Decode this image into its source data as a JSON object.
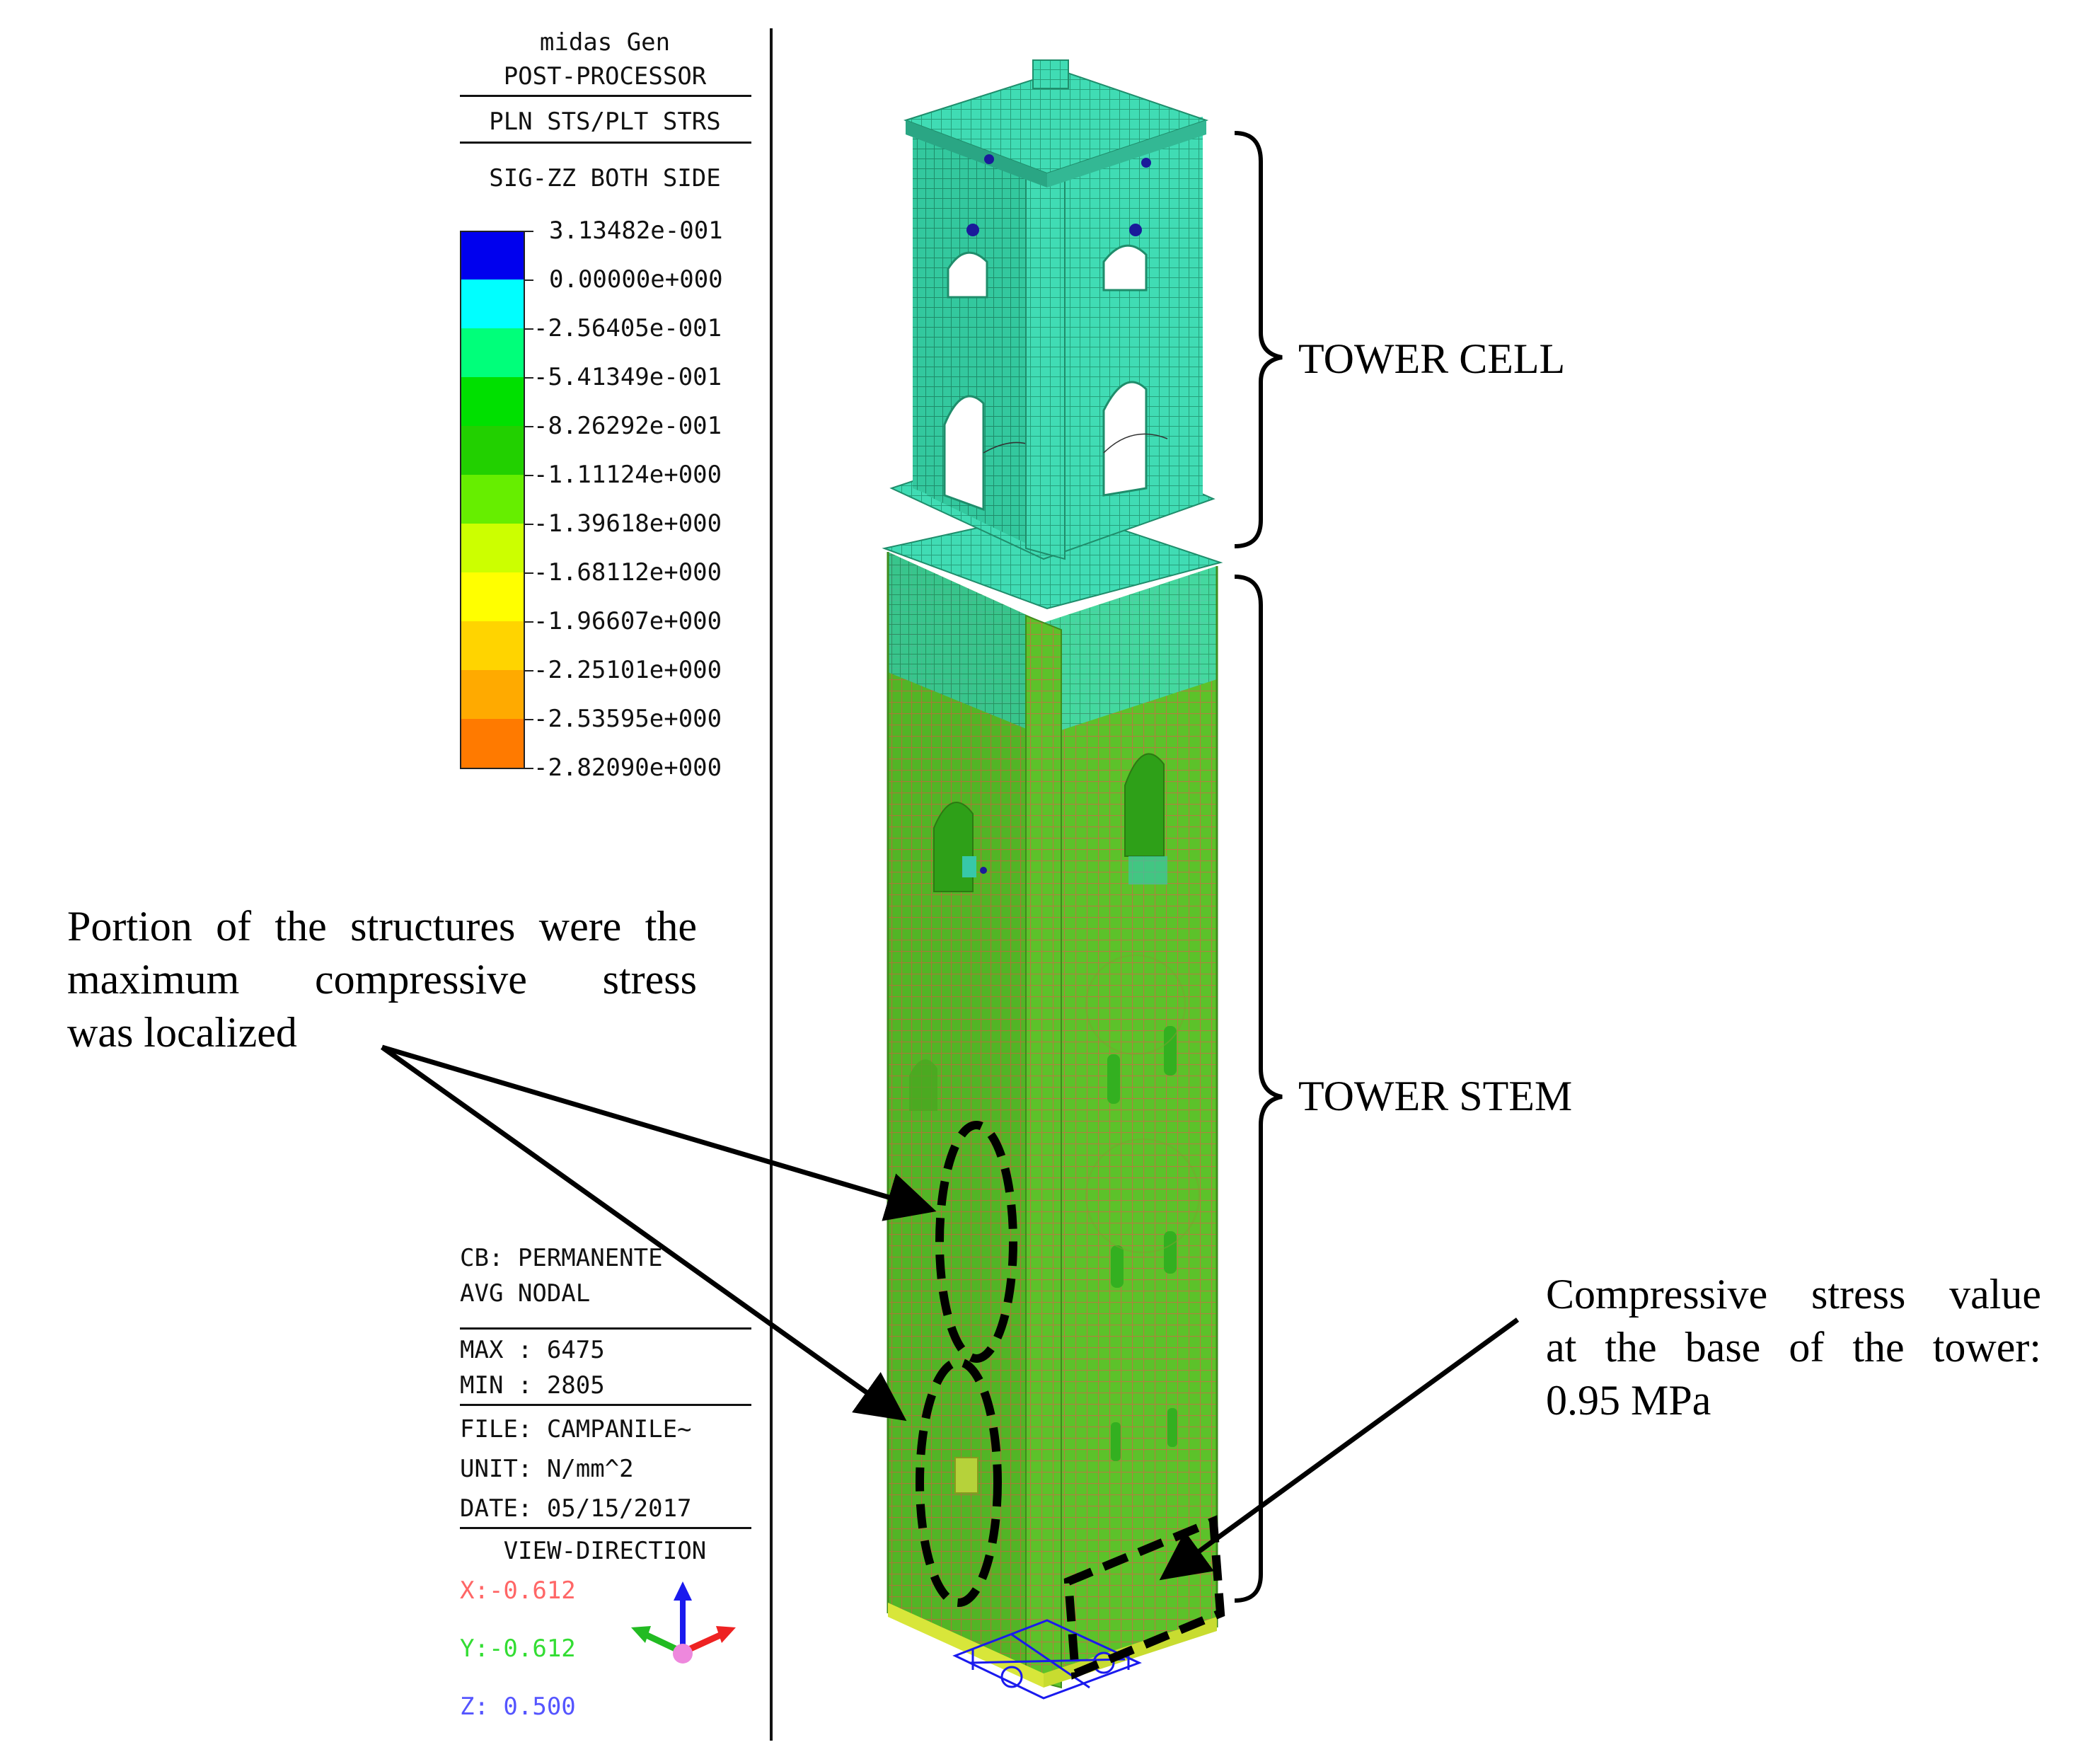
{
  "panel": {
    "program": "midas Gen",
    "module": "POST-PROCESSOR",
    "result_type": "PLN STS/PLT STRS",
    "component": "SIG-ZZ BOTH SIDE"
  },
  "legend": {
    "values": [
      "3.13482e-001",
      "0.00000e+000",
      "-2.56405e-001",
      "-5.41349e-001",
      "-8.26292e-001",
      "-1.11124e+000",
      "-1.39618e+000",
      "-1.68112e+000",
      "-1.96607e+000",
      "-2.25101e+000",
      "-2.53595e+000",
      "-2.82090e+000"
    ],
    "colors": [
      "#0000ee",
      "#00ffff",
      "#00ff7a",
      "#00e000",
      "#22d000",
      "#66ee00",
      "#ccff00",
      "#ffff00",
      "#ffd400",
      "#ffaa00",
      "#ff7a00",
      "#ff2a00"
    ]
  },
  "info": {
    "cb": "CB: PERMANENTE",
    "avg": "AVG NODAL",
    "max": "MAX : 6475",
    "min": "MIN : 2805",
    "file": "FILE: CAMPANILE~",
    "unit": "UNIT: N/mm^2",
    "date": "DATE: 05/15/2017",
    "view_title": "VIEW-DIRECTION",
    "x": "X:-0.612",
    "y": "Y:-0.612",
    "z": "Z: 0.500",
    "x_color": "#ff6666",
    "y_color": "#33dd33",
    "z_color": "#5555ff"
  },
  "annotations": {
    "tower_cell": "TOWER CELL",
    "tower_stem": "TOWER STEM",
    "max_stress_note": [
      "Portion of the structures were the",
      "maximum compressive stress",
      "was localized"
    ],
    "base_stress_note": [
      "Compressive stress value",
      "at the base of the tower:",
      "0.95 MPa"
    ]
  },
  "model_colors": {
    "stem_face": "#5ec42a",
    "stem_face_dark": "#4fae22",
    "mesh": "#b07a3a",
    "cell": "#3fd8b8",
    "cell_dark": "#2bbd9e",
    "support": "#1a1aee"
  }
}
